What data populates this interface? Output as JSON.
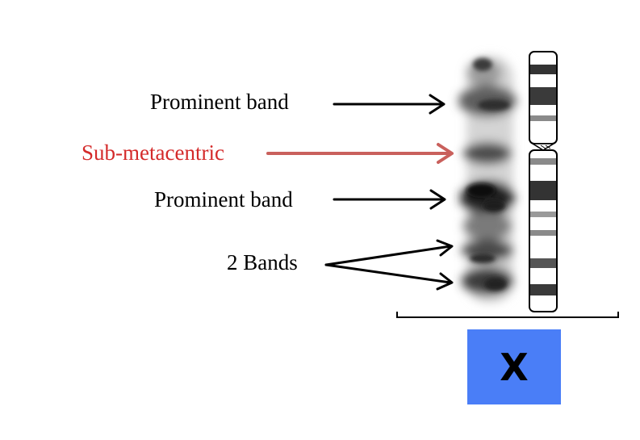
{
  "labels": {
    "prominent_band_1": "Prominent band",
    "sub_metacentric": "Sub-metacentric",
    "prominent_band_2": "Prominent band",
    "two_bands": "2 Bands"
  },
  "chromosome_name": "X",
  "colors": {
    "label_text": "#000000",
    "highlight_text": "#d42a2a",
    "highlight_arrow": "#c9605c",
    "arrow": "#000000",
    "name_box": "#4a7ef7",
    "ideogram_band_dark": "#333333",
    "ideogram_band_mid": "#8a8a8a"
  }
}
